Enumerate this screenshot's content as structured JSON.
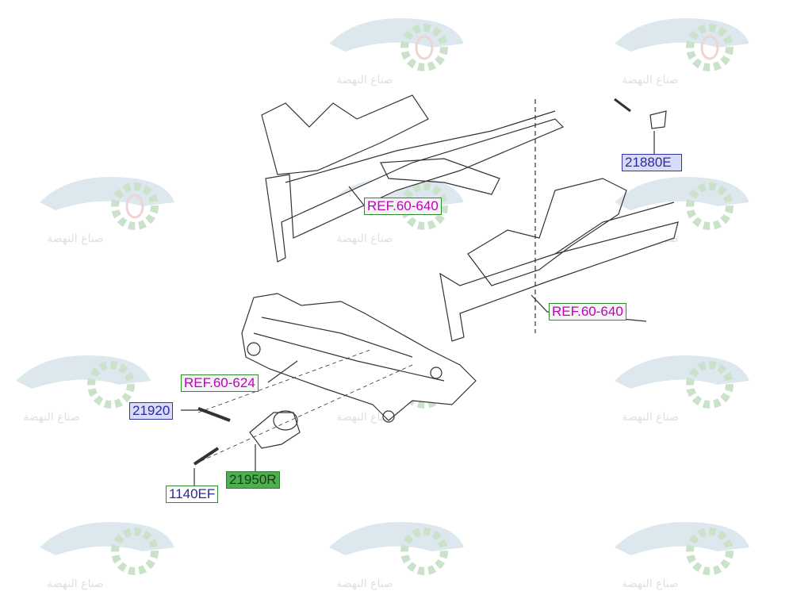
{
  "watermark": {
    "text": "صناع النهضة"
  },
  "labels": {
    "part_21880": "21880E",
    "ref_top_left": "REF.60-640",
    "ref_right": "REF.60-640",
    "ref_subframe": "REF.60-624",
    "part_21920": "21920",
    "part_1140": "1140EF",
    "part_21950": "21950R"
  },
  "colors": {
    "part_blue": "#d8dcf8",
    "part_green": "#4caf50",
    "ref_text": "#c000c0"
  }
}
